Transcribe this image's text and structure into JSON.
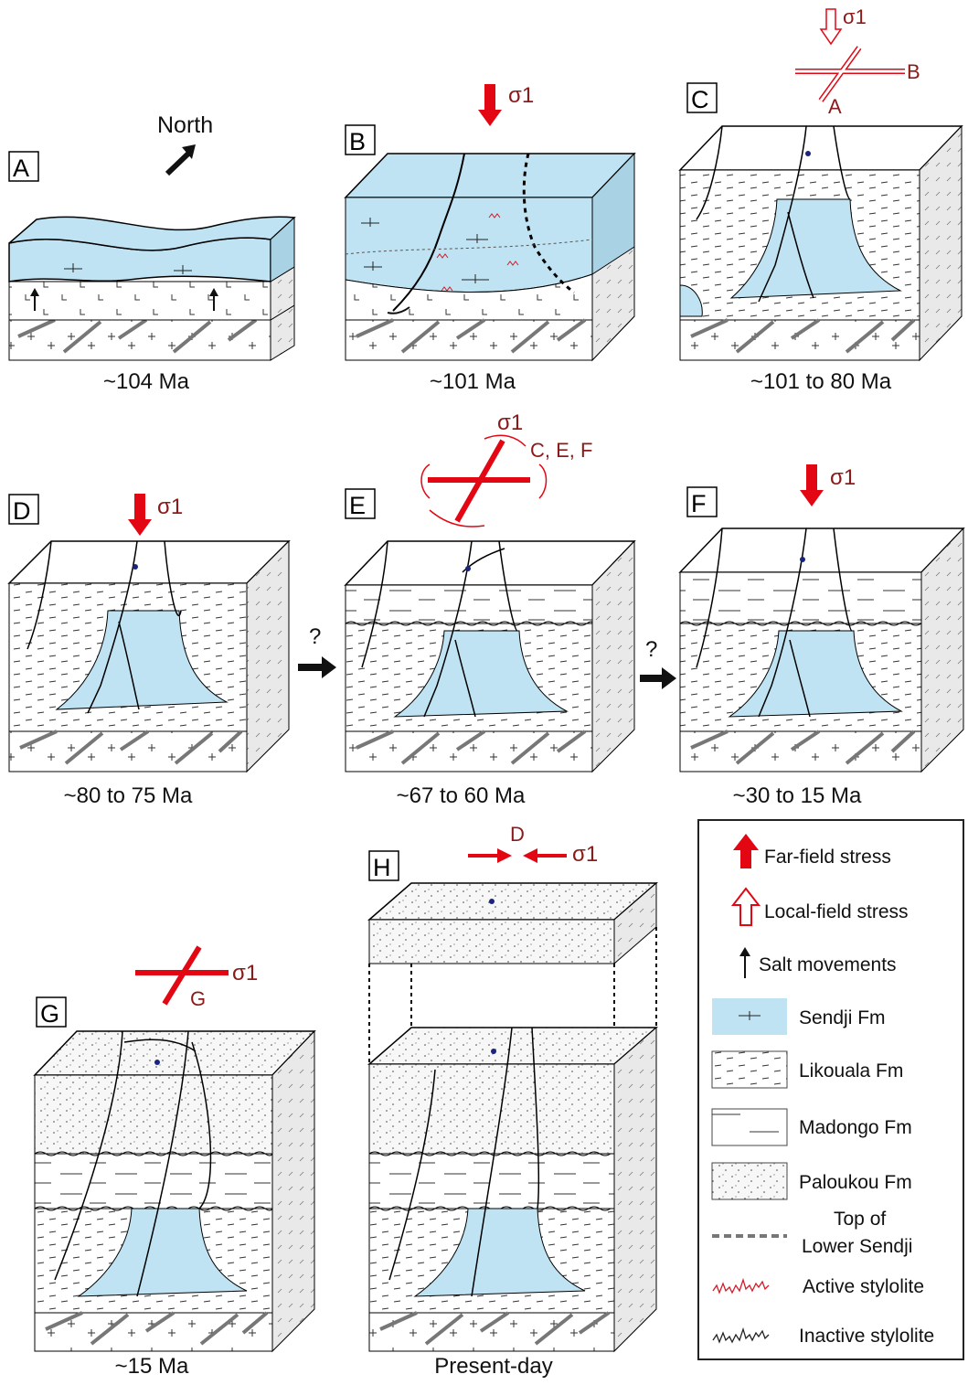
{
  "colors": {
    "far_field_stress": "#e30613",
    "sendji_fill": "#bfe3f2",
    "annotation_red": "#8b1a1a",
    "active_stylolite": "#d01c2a",
    "inactive_stylolite": "#222222"
  },
  "north_label": "North",
  "sigma": "σ1",
  "question_mark": "?",
  "panels": [
    {
      "letter": "A",
      "age": "~104 Ma"
    },
    {
      "letter": "B",
      "age": "~101 Ma"
    },
    {
      "letter": "C",
      "age": "~101 to 80 Ma",
      "stress_directions": [
        "A",
        "B"
      ]
    },
    {
      "letter": "D",
      "age": "~80 to 75 Ma"
    },
    {
      "letter": "E",
      "age": "~67 to 60 Ma",
      "stress_label": "C, E, F"
    },
    {
      "letter": "F",
      "age": "~30 to 15 Ma"
    },
    {
      "letter": "G",
      "age": "~15 Ma",
      "stress_label": "G"
    },
    {
      "letter": "H",
      "age": "Present-day",
      "stress_label": "D"
    }
  ],
  "legend": {
    "far_field_stress": "Far-field stress",
    "local_field_stress": "Local-field stress",
    "salt_movements": "Salt movements",
    "sendji": "Sendji Fm",
    "likouala": "Likouala Fm",
    "madongo": "Madongo Fm",
    "paloukou": "Paloukou Fm",
    "top_lower_sendji_1": "Top of",
    "top_lower_sendji_2": "Lower Sendji",
    "active_stylolite": "Active stylolite",
    "inactive_stylolite": "Inactive stylolite"
  }
}
